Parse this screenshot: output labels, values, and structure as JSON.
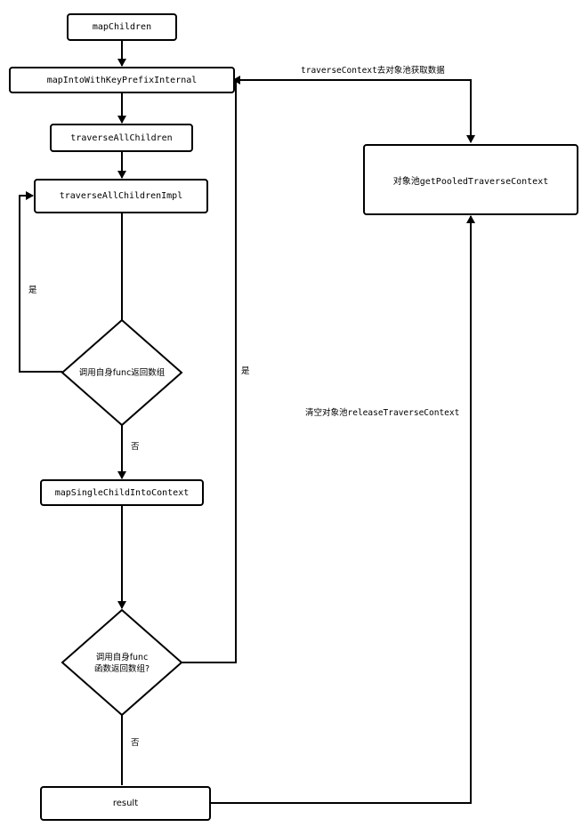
{
  "nodes": {
    "map_children": "mapChildren",
    "map_into": "mapIntoWithKeyPrefixInternal",
    "traverse_all": "traverseAllChildren",
    "traverse_impl": "traverseAllChildrenImpl",
    "decision1": "调用自身func返回数组",
    "map_single": "mapSingleChildIntoContext",
    "decision2_line1": "调用自身func",
    "decision2_line2": "函数返回数组?",
    "result": "result",
    "pool": "对象池getPooledTraverseContext"
  },
  "edges": {
    "loop_yes": "是",
    "d1_no": "否",
    "d2_yes": "是",
    "d2_no": "否",
    "get_from_pool": "traverseContext去对象池获取数据",
    "release_pool": "清空对象池releaseTraverseContext"
  }
}
